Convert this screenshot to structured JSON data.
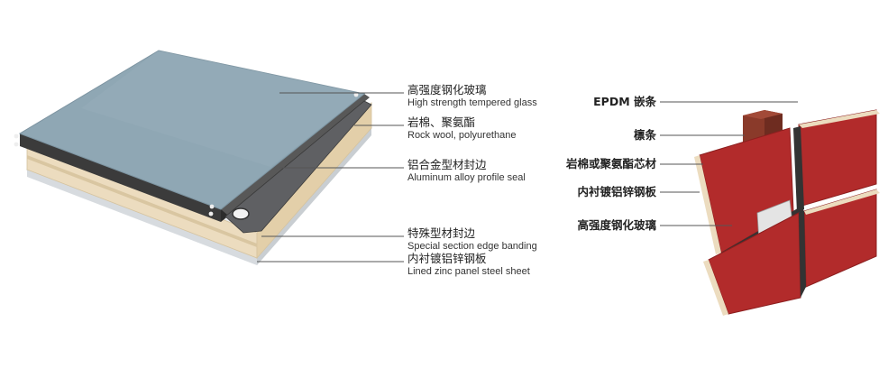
{
  "left_diagram": {
    "labels": [
      {
        "zh": "高强度钢化玻璃",
        "en": "High strength tempered glass"
      },
      {
        "zh": "岩棉、聚氨酯",
        "en": "Rock wool, polyurethane"
      },
      {
        "zh": "铝合金型材封边",
        "en": "Aluminum alloy profile seal"
      },
      {
        "zh": "特殊型材封边",
        "en": "Special section edge banding"
      },
      {
        "zh": "内衬镀铝锌钢板",
        "en": "Lined zinc panel steel sheet"
      }
    ]
  },
  "right_diagram": {
    "labels": [
      "EPDM 嵌条",
      "檩条",
      "岩棉或聚氨酯芯材",
      "内衬镀铝锌钢板",
      "高强度钢化玻璃"
    ]
  },
  "colors": {
    "glass": "#8fa7b4",
    "frame_dark": "#3c3c3c",
    "core_cream": "#ecdcbf",
    "panel_red": "#b22b2b",
    "purlin": "#8a3a2a"
  }
}
